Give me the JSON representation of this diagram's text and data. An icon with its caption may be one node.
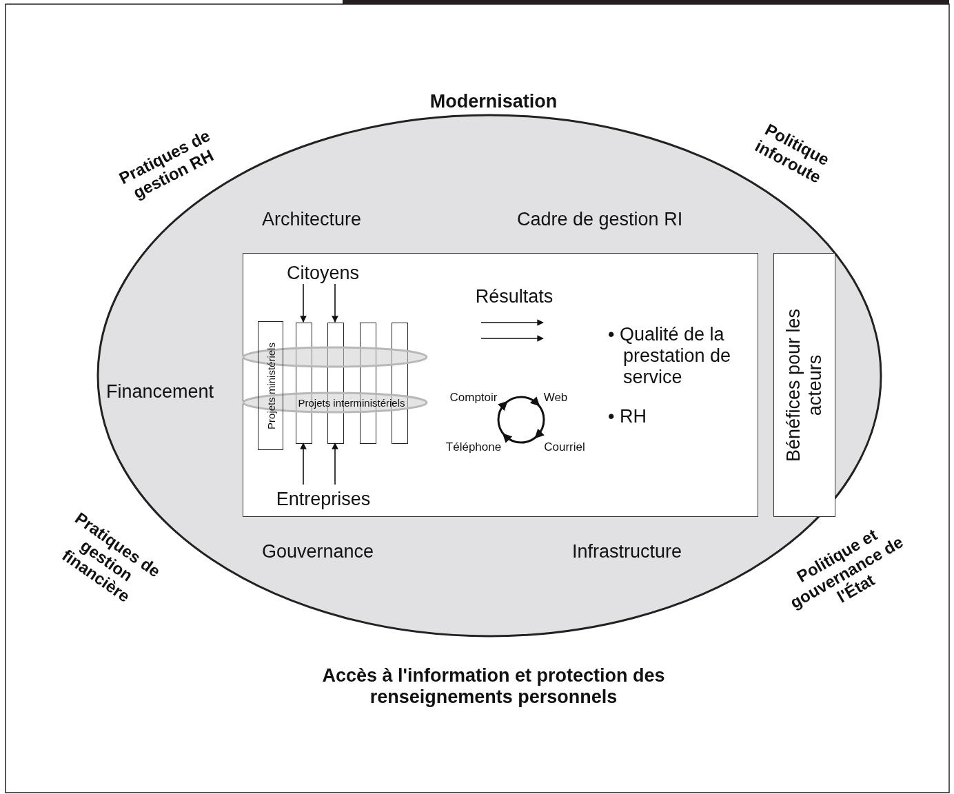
{
  "diagram": {
    "nodes": [
      {
        "text": [
          "Architecture",
          "Cadre de gestion RI",
          "Financement",
          "Gouvernance",
          "Infrastructure"
        ]
      },
      {
        "text": [],
        "shape": "box",
        "in": 0
      },
      {
        "text": [
          "Bénéfices pour les acteurs"
        ],
        "in": 0
      },
      {
        "text": [
          "Citoyens"
        ],
        "in": 1
      },
      {
        "text": [
          "Projets ministériels"
        ],
        "in": 1
      },
      {
        "text": [],
        "shape": "bar",
        "in": 1
      },
      {
        "text": [],
        "shape": "bar",
        "in": 1
      },
      {
        "text": [],
        "shape": "bar",
        "in": 1
      },
      {
        "text": [],
        "shape": "bar",
        "in": 1
      },
      {
        "text": [],
        "shape": "ellipse",
        "in": 1
      },
      {
        "text": [
          "Projets interministériels"
        ],
        "in": 1
      },
      {
        "text": [
          "Entreprises"
        ],
        "in": 1
      },
      {
        "text": [
          "Comptoir"
        ],
        "in": 1
      },
      {
        "text": [
          "Web"
        ],
        "in": 1
      },
      {
        "text": [
          "Téléphone"
        ],
        "in": 1
      },
      {
        "text": [
          "Courriel"
        ],
        "in": 1
      }
    ],
    "edges": [
      {
        "from": 3,
        "to": 5,
        "arrow": "to"
      },
      {
        "from": 3,
        "to": 6,
        "arrow": "to"
      },
      {
        "from": 11,
        "to": 5,
        "arrow": "to"
      },
      {
        "from": 11,
        "to": 6,
        "arrow": "to"
      },
      {
        "from": 12,
        "to": 13,
        "arrow": "to"
      },
      {
        "from": 13,
        "to": 15,
        "arrow": "to"
      },
      {
        "from": 15,
        "to": 14,
        "arrow": "to"
      },
      {
        "from": 14,
        "to": 12,
        "arrow": "to"
      }
    ],
    "labels": [
      "Modernisation",
      "Pratiques de gestion RH",
      "Politique inforoute",
      "Résultats",
      "• Qualité de la prestation de service",
      "• RH",
      "Pratiques de gestion financière",
      "Politique et gouvernance de l'État",
      "Accès à l'information et protection des renseignements personnels"
    ]
  }
}
